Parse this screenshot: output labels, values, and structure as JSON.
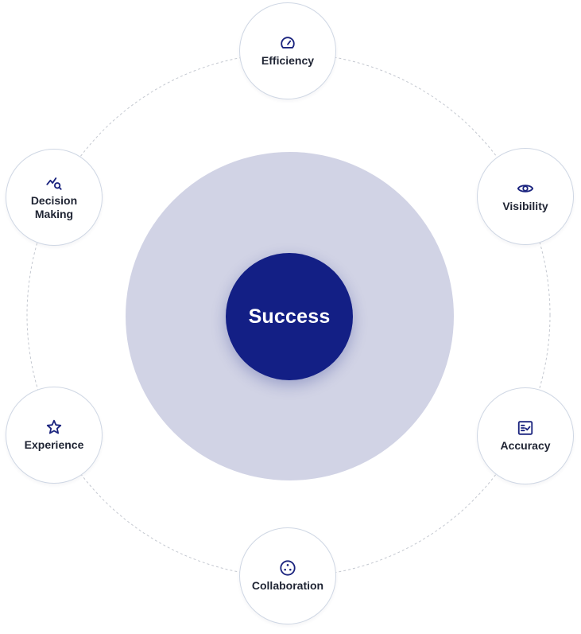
{
  "center": {
    "label": "Success"
  },
  "colors": {
    "core": "#131f85",
    "halo": "#d1d3e5",
    "node_border": "#cfd7e4",
    "icon": "#1a237e",
    "ring_dash": "#c4c8d0",
    "label_text": "#1f2433"
  },
  "nodes": [
    {
      "label": "Efficiency",
      "icon": "gauge-icon"
    },
    {
      "label": "Visibility",
      "icon": "eye-icon"
    },
    {
      "label": "Accuracy",
      "icon": "checklist-icon"
    },
    {
      "label": "Collaboration",
      "icon": "collaboration-icon"
    },
    {
      "label": "Experience",
      "icon": "star-icon"
    },
    {
      "label": "Decision\nMaking",
      "icon": "chart-search-icon"
    }
  ]
}
